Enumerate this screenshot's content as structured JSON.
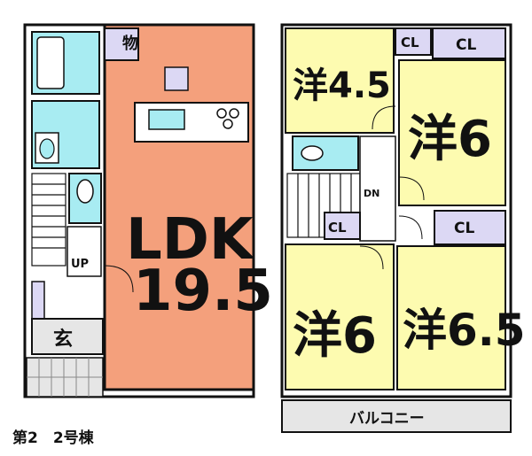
{
  "floor1": {
    "ldk_line1": "LDK",
    "ldk_line2": "19.5",
    "storage": "物",
    "entrance": "玄",
    "stairs": "UP"
  },
  "floor2": {
    "room_a": "洋4.5",
    "room_b": "洋6",
    "room_c": "洋6",
    "room_d": "洋6.5",
    "closet": "CL",
    "stairs": "DN",
    "balcony": "バルコニー"
  },
  "caption": "第2　2号棟",
  "colors": {
    "ldk": "#f4a07c",
    "western": "#fdfbb0",
    "wet": "#a8ecf2",
    "closet": "#dcd8f4",
    "wall": "#111111"
  }
}
